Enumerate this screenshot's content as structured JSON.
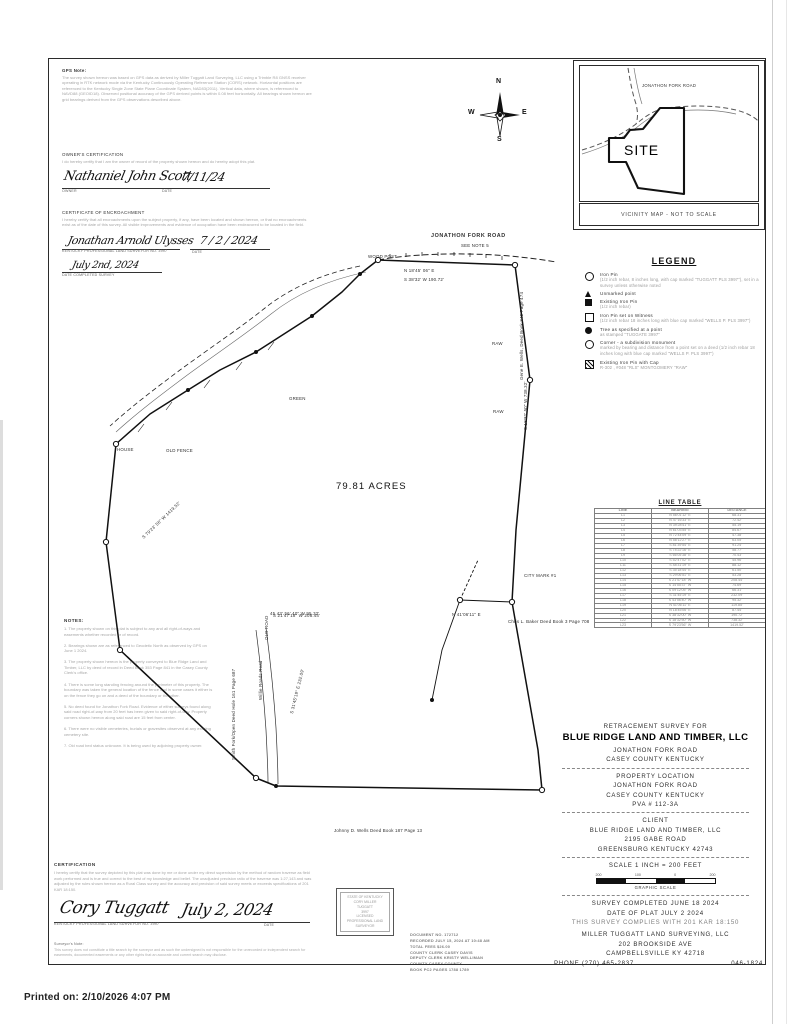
{
  "document": {
    "type": "land-survey-plat",
    "printed_footer": "Printed on: 2/10/2026 4:07 PM"
  },
  "vicinity_map": {
    "site_label": "SITE",
    "road_label": "JONATHON FORK ROAD",
    "caption": "VICINITY MAP - NOT TO SCALE"
  },
  "north_arrow": {
    "n": "N",
    "s": "S",
    "e": "E",
    "w": "W"
  },
  "plat": {
    "acreage_label": "79.81 ACRES",
    "road_title": "JONATHON FORK ROAD",
    "road_note": "SEE NOTE 5",
    "labels": [
      "WOOD POST",
      "N 18'45' 06\" E",
      "S 38'32' W   190.72'",
      "GREEN",
      "Gene E. Wells, Deed Book 340 Page 474",
      "RAW",
      "RAW",
      "S 21'47'18\" W   208.44'",
      "OLD FENCE",
      "S 79'23' 56\"  W  1419.52'",
      "Johnny D. Wells Deed Book 187 Page 13",
      "Chris L. Baker Deed Book 3 Page 708",
      "N 41'06'11\" E",
      "CITY MARK #1",
      "HOUSE",
      "Willie Roads Road",
      "Smith Fork/Open Deed Hole 161 Page 687",
      "OLD ROAD",
      "45 43' 56' 40\"  W   95.32'",
      "S 31'45'19\" E  232.09'",
      "S 18'32' 50\"  W   738.32'"
    ]
  },
  "legend": {
    "title": "LEGEND",
    "items": [
      {
        "symbol": "open-circle",
        "title": "Iron Pin",
        "detail": "(1/2 inch rebar, 8 inches long, with cap marked \"TUGGATT PLS 3997\"), set in a survey unless otherwise noted"
      },
      {
        "symbol": "triangle",
        "title": "Unmarked point",
        "detail": ""
      },
      {
        "symbol": "filled-square",
        "title": "Existing Iron Pin",
        "detail": "(1/2 inch rebar)"
      },
      {
        "symbol": "open-square",
        "title": "Iron Pin set on Witness",
        "detail": "(1/2 inch rebar 18 inches long with blue cap marked \"WELLS P.  PLS 3997\")"
      },
      {
        "symbol": "filled-circle",
        "title": "Tree as specified at a point",
        "detail": "as stamped \"TUGGATE 3997\""
      },
      {
        "symbol": "open-circle",
        "title": "Corner - a subdivision monument",
        "detail": "marked by bearing and distance from a point set on a deed (1/2 inch rebar 18 inches long with blue cap marked \"WELLS P.  PLS 3997\")"
      },
      {
        "symbol": "hatched-square",
        "title": "Existing Iron Pin with Cap",
        "detail": "R-302 , #048 \"RLS\"  MONTGOMERY  \"RAW\""
      }
    ]
  },
  "line_table": {
    "title": "LINE TABLE",
    "columns": [
      "LINE",
      "BEARING",
      "DISTANCE"
    ],
    "rows": [
      [
        "L1",
        "N 56'01'12\" E",
        "68.31'"
      ],
      [
        "L2",
        "N 47'16'33\" E",
        "72.42'"
      ],
      [
        "L3",
        "N 39'28'41\" E",
        "55.19'"
      ],
      [
        "L4",
        "N 61'03'55\" E",
        "84.67'"
      ],
      [
        "L5",
        "N 72'44'09\" E",
        "47.38'"
      ],
      [
        "L6",
        "N 58'12'27\" E",
        "63.05'"
      ],
      [
        "L7",
        "S 81'39'54\" E",
        "91.24'"
      ],
      [
        "L8",
        "S 74'22'16\" E",
        "58.77'"
      ],
      [
        "L9",
        "S 66'05'38\" E",
        "70.43'"
      ],
      [
        "L10",
        "S 52'47'02\" E",
        "45.96'"
      ],
      [
        "L11",
        "S 48'31'19\" E",
        "88.12'"
      ],
      [
        "L12",
        "S 35'18'44\" E",
        "61.50'"
      ],
      [
        "L13",
        "S 29'06'51\" E",
        "53.28'"
      ],
      [
        "L14",
        "S 21'47'18\" W",
        "208.44'"
      ],
      [
        "L15",
        "S 14'55'37\" W",
        "74.69'"
      ],
      [
        "L16",
        "S 09'12'05\" W",
        "66.31'"
      ],
      [
        "L17",
        "S 31'45'19\" E",
        "232.09'"
      ],
      [
        "L18",
        "S 43'56'40\" W",
        "95.32'"
      ],
      [
        "L19",
        "N 41'06'11\" E",
        "119.85'"
      ],
      [
        "L20",
        "N 18'45'06\" E",
        "87.44'"
      ],
      [
        "L21",
        "S 38'32'00\" W",
        "190.72'"
      ],
      [
        "L22",
        "S 18'32'50\" W",
        "738.32'"
      ],
      [
        "L23",
        "S 79'23'56\" W",
        "1419.52'"
      ]
    ]
  },
  "title_block": {
    "line1": "RETRACEMENT SURVEY FOR",
    "client_name": "BLUE RIDGE LAND AND TIMBER, LLC",
    "line3": "JONATHON FORK ROAD",
    "line4": "CASEY COUNTY  KENTUCKY",
    "property_location_heading": "PROPERTY LOCATION",
    "property_location_1": "JONATHON FORK ROAD",
    "property_location_2": "CASEY COUNTY  KENTUCKY",
    "pva": "PVA #  112-3A",
    "client_heading": "CLIENT",
    "client_1": "BLUE RIDGE LAND AND TIMBER, LLC",
    "client_2": "2195 GABE ROAD",
    "client_3": "GREENSBURG  KENTUCKY 42743",
    "scale": "SCALE   1 INCH = 200 FEET",
    "graphic_scale_caption": "GRAPHIC SCALE",
    "graphic_scale_ticks": [
      "200",
      "100",
      "0",
      "200"
    ],
    "survey_completed": "SURVEY COMPLETED   JUNE 18  2024",
    "date_of_plat": "DATE OF PLAT   JULY 2   2024",
    "compliance": "THIS SURVEY COMPLIES WITH 201 KAR 18:150",
    "firm_name": "MILLER TUGGATT LAND SURVEYING, LLC",
    "firm_addr1": "202 BROOKSIDE AVE",
    "firm_addr2": "CAMPBELLSVILLE   KY 42718",
    "firm_phone": "PHONE  (270) 465-2837",
    "job_number": "046-1824"
  },
  "top_notes": {
    "gps_heading": "GPS Note:",
    "gps_body": "The survey shown hereon was based on GPS data as derived by Miller Tuggatt Land Surveying, LLC using a Trimble R8 GNSS receiver operating in RTK network mode via the Kentucky Continuously Operating Reference Station (CORS) network. Horizontal positions are referenced to the Kentucky Single Zone State Plane Coordinate System, NAD83(2011). Vertical data, where shown, is referenced to NAVD88 (GEOID18). Observed positional accuracy of the GPS derived points is within 0.08 feet horizontally. All bearings shown hereon are grid bearings derived from the GPS observations described above.",
    "owner_heading": "OWNER'S CERTIFICATION",
    "owner_body": "I do hereby certify that I am the owner of record of the property shown hereon and do hereby adopt this plat.",
    "owner_sig_label": "OWNER",
    "owner_date_label": "DATE",
    "owner_sig_value": "Nathaniel John Scott",
    "owner_date_value": "7/11/24",
    "encroach_heading": "CERTIFICATE OF ENCROACHMENT",
    "encroach_body": "I hereby certify that all encroachments upon the subject property, if any, have been located and shown hereon, or that no encroachments exist as of the date of this survey. All visible improvements and evidence of occupation have been endeavored to be located in the field.",
    "encroach_sig_label": "KENTUCKY PROFESSIONAL LAND SURVEYOR NO. 3997",
    "encroach_date_label": "DATE",
    "encroach_sig_value": "Jonathan Arnold Ulysses",
    "encroach_date_value": "7 / 2 / 2024",
    "encroach_line3_label": "DATE COMPLETED SURVEY",
    "encroach_line3_value": "July 2nd, 2024"
  },
  "notes": {
    "heading": "NOTES:",
    "items": [
      "1.  The property shown on this plat is subject to any and all right-of-ways and easements whether recorded or of record.",
      "2.  Bearings shown are as referenced to Geodetic North as observed by GPS on June 1  2024.",
      "3.  The property shown hereon is the property conveyed to Blue Ridge Land and Timber, LLC by deed of record in Deed Book 353  Page 841 in the Casey County Clerk's office.",
      "4.  There is some long standing fencing around the perimeter of this property. The boundary was taken the general location of the fence and in some cases it either is on the fence they go on and a deed of the boundary or the other.",
      "5.  No deed found for Jonathon Fork Road. Evidence of either surveys found along said road right-of-way from 20 feet has been given to said right-of-way. Property corners shown hereon along said road are 15 feet from center.",
      "6.  There were no visible cemeteries, burials or gravesites observed at any existing cemetery site.",
      "7.  Old road bed status unknown.  It is being used by adjoining property owner."
    ]
  },
  "certification": {
    "heading": "CERTIFICATION",
    "body": "I hereby certify that the survey depicted by this plat was done by me or done under my direct supervision by the method of random traverse as field work performed and is true and correct to the best of my knowledge and belief. The unadjusted precision ratio of the traverse was 1:27,143 and was adjusted by the rules shown hereon as a Rural Class survey and the accuracy and precision of said survey meets or exceeds specifications of 201 KAR 18:150.",
    "sig_label": "KENTUCKY PROFESSIONAL LAND SURVEYOR NO. 3997",
    "date_label": "DATE",
    "sig_value": "Cory Tuggatt",
    "date_value": "July 2, 2024",
    "surveyor_note_heading": "Surveyor's Note:",
    "surveyor_note_body": "This survey does not constitute a title search by the surveyor and as such the undersigned is not responsible for the unrecorded or independent search for easements, documented easements or any other rights that an accurate and current search may disclose."
  },
  "seal": {
    "line1": "STATE OF KENTUCKY",
    "line2": "CORY MILLER",
    "line3": "TUGGATT",
    "line4": "3997",
    "line5": "LICENSED",
    "line6": "PROFESSIONAL LAND SURVEYOR"
  },
  "recording_stamp": {
    "lines": [
      "DOCUMENT NO. 172712",
      "RECORDED JULY 15, 2024 AT 10:48 AM",
      "TOTAL FEES  $26.00",
      "COUNTY CLERK  CASEY DAVIS",
      "DEPUTY CLERK  KRISTY WELLIMAN",
      "COUNTY  CASEY COUNTY",
      "BOOK  PC2  PAGES 1788  1789"
    ]
  }
}
